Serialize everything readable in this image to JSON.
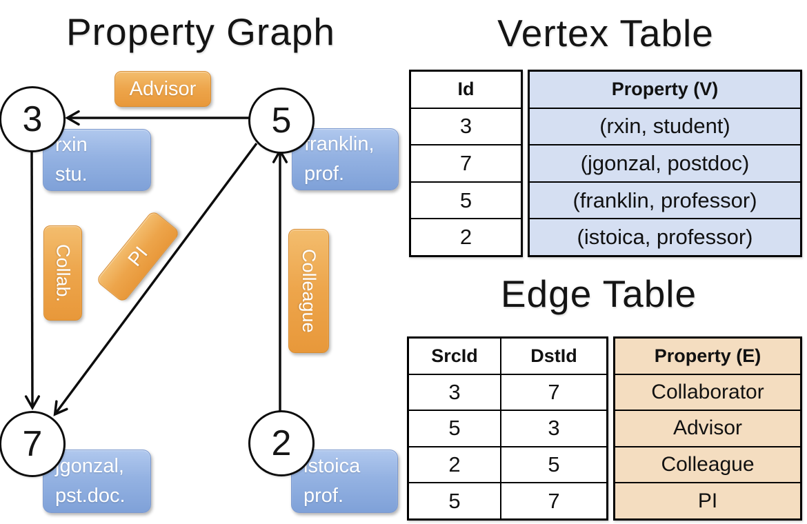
{
  "colors": {
    "edge_label_orange": "#ECA14B",
    "vertex_label_blue": "#8FAEDD",
    "vertex_property_bg": "#D5DFF2",
    "edge_property_bg": "#F4DDC0"
  },
  "graph": {
    "title": "Property Graph",
    "nodes": {
      "n3": {
        "id": "3",
        "property_line1": "rxin",
        "property_line2": "stu."
      },
      "n5": {
        "id": "5",
        "property_line1": "franklin,",
        "property_line2": "prof."
      },
      "n7": {
        "id": "7",
        "property_line1": "jgonzal,",
        "property_line2": "pst.doc."
      },
      "n2": {
        "id": "2",
        "property_line1": "istoica",
        "property_line2": "prof."
      }
    },
    "edge_labels": {
      "advisor": "Advisor",
      "collab": "Collab.",
      "pi": "PI",
      "colleague": "Colleague"
    },
    "edges": [
      {
        "src": "5",
        "dst": "3",
        "label": "Advisor"
      },
      {
        "src": "3",
        "dst": "7",
        "label": "Collab."
      },
      {
        "src": "5",
        "dst": "7",
        "label": "PI"
      },
      {
        "src": "2",
        "dst": "5",
        "label": "Colleague"
      }
    ]
  },
  "vertex_table": {
    "title": "Vertex Table",
    "headers": {
      "id": "Id",
      "property": "Property (V)"
    },
    "rows": [
      {
        "id": "3",
        "property": "(rxin, student)"
      },
      {
        "id": "7",
        "property": "(jgonzal, postdoc)"
      },
      {
        "id": "5",
        "property": "(franklin, professor)"
      },
      {
        "id": "2",
        "property": "(istoica, professor)"
      }
    ]
  },
  "edge_table": {
    "title": "Edge Table",
    "headers": {
      "src": "SrcId",
      "dst": "DstId",
      "property": "Property (E)"
    },
    "rows": [
      {
        "src": "3",
        "dst": "7",
        "property": "Collaborator"
      },
      {
        "src": "5",
        "dst": "3",
        "property": "Advisor"
      },
      {
        "src": "2",
        "dst": "5",
        "property": "Colleague"
      },
      {
        "src": "5",
        "dst": "7",
        "property": "PI"
      }
    ]
  }
}
